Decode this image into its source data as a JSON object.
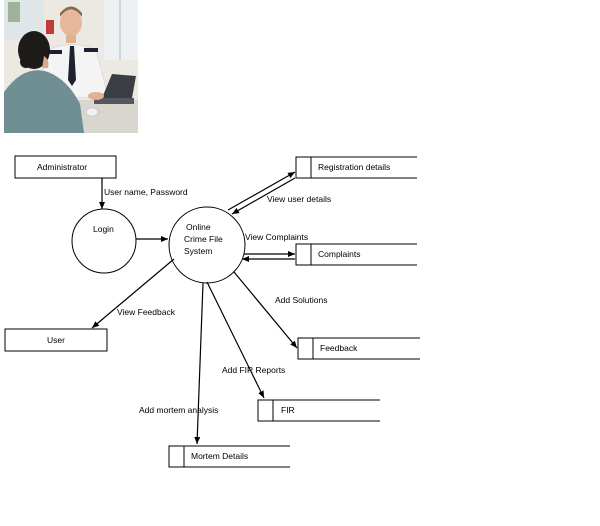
{
  "entities": {
    "administrator": "Administrator",
    "user": "User"
  },
  "processes": {
    "login": "Login",
    "system_line1": "Online",
    "system_line2": "Crime File",
    "system_line3": "System"
  },
  "stores": {
    "registration": "Registration details",
    "complaints": "Complaints",
    "feedback": "Feedback",
    "fir": "FIR",
    "mortem": "Mortem Details"
  },
  "flows": {
    "username_password": "User name, Password",
    "view_user_details": "View user details",
    "view_complaints": "View Complaints",
    "add_solutions": "Add Solutions",
    "view_feedback": "View Feedback",
    "add_fir_reports": "Add FIR Reports",
    "add_mortem_analysis": "Add mortem analysis"
  },
  "colors": {
    "stroke": "#000000",
    "background": "#ffffff"
  }
}
